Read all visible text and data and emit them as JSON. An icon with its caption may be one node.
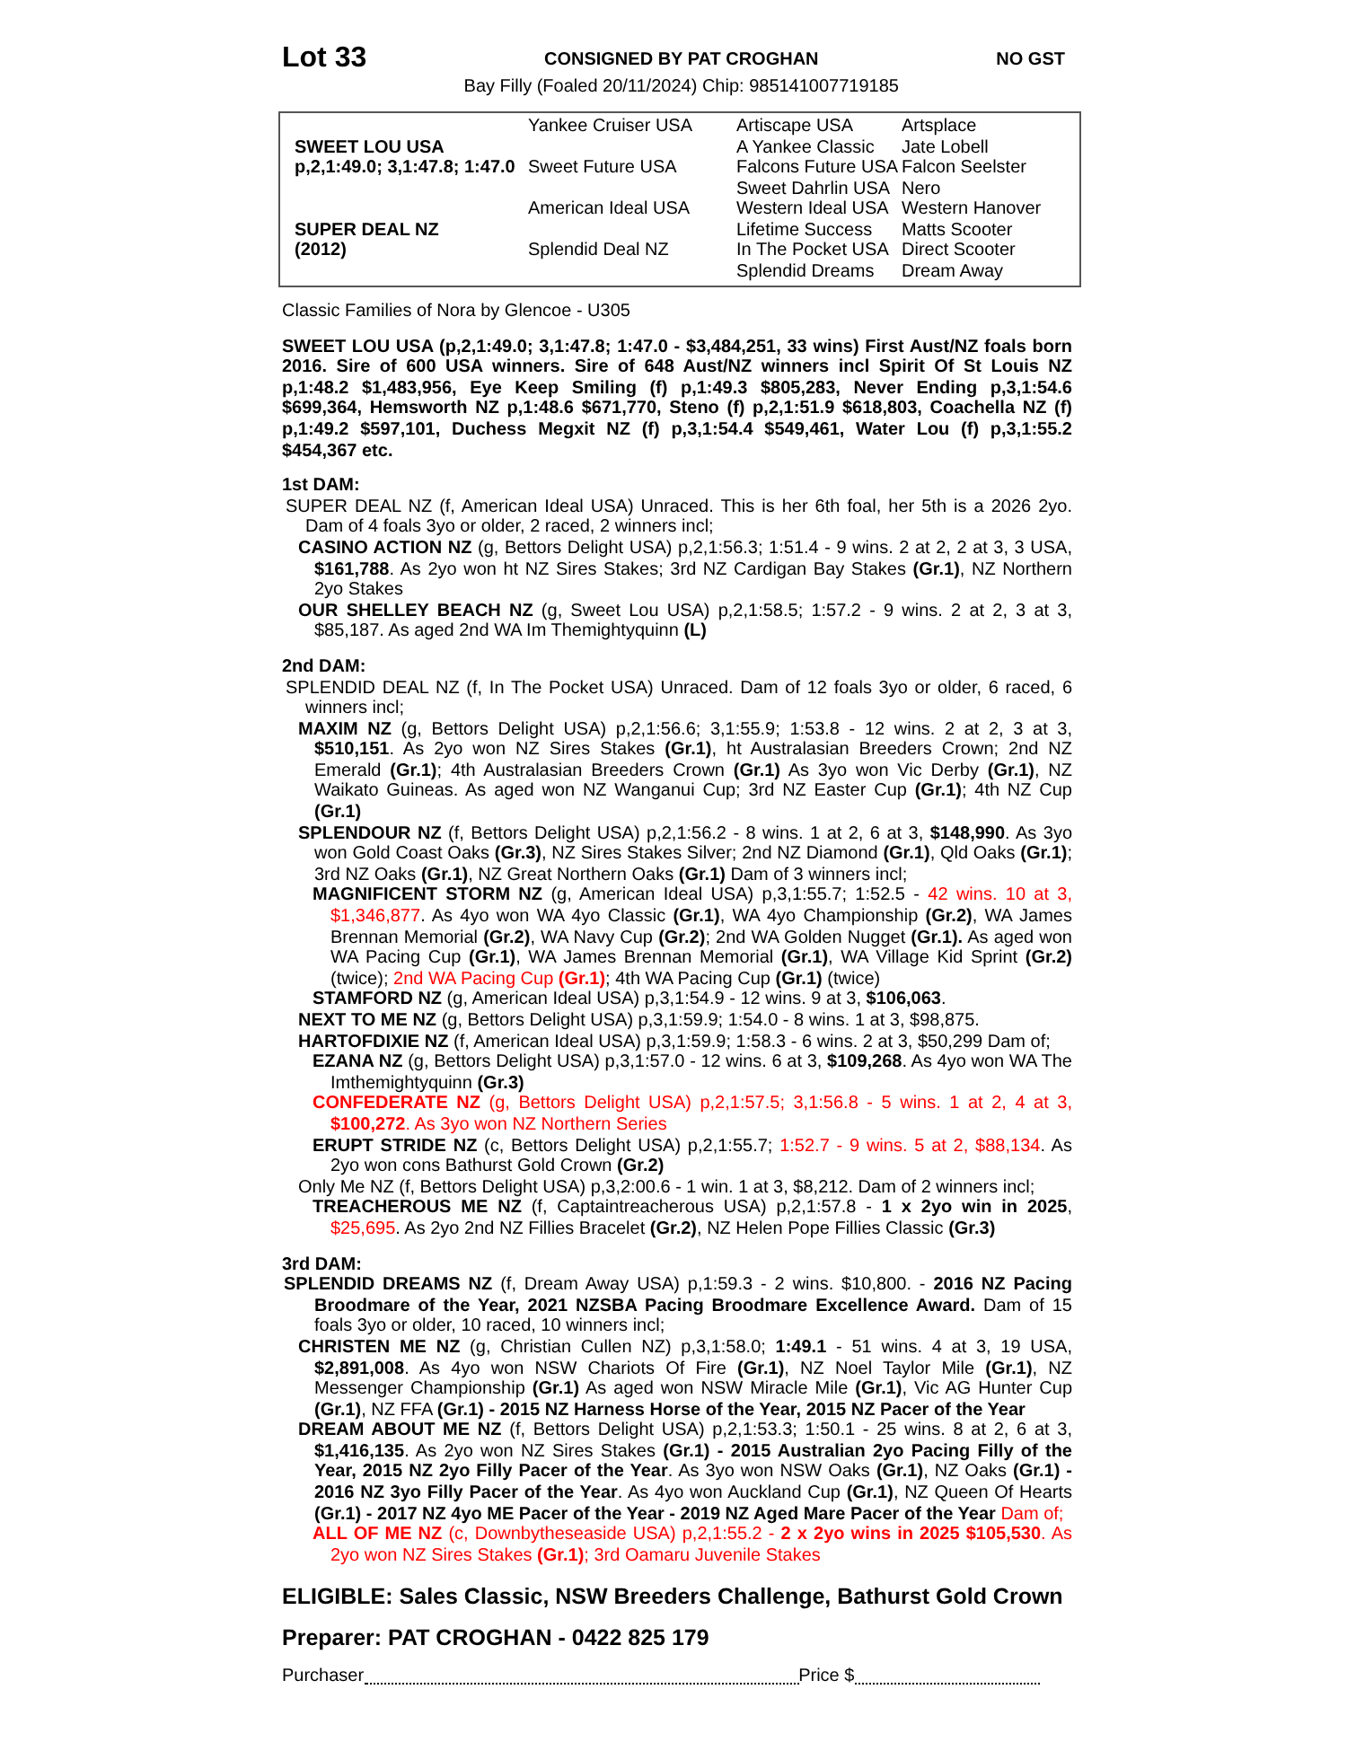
{
  "diagram": {
    "nodes": [
      {
        "text": [
          "Yankee Cruiser USA",
          "Artiscape USA",
          "Artsplace",
          "SWEET LOU USA",
          "A Yankee Classic",
          "Jate Lobell",
          "p,2,1:49.0; 3,1:47.8; 1:47.0",
          "Sweet Future USA",
          "Falcons Future USA",
          "Falcon Seelster",
          "Sweet Dahrlin USA",
          "Nero",
          "American Ideal USA",
          "Western Ideal USA",
          "Western Hanover",
          "SUPER DEAL NZ",
          "Lifetime Success",
          "Matts Scooter",
          "(2012)",
          "Splendid Deal NZ",
          "In The Pocket USA",
          "Direct Scooter",
          "Splendid Dreams",
          "Dream Away"
        ]
      }
    ],
    "labels": [
      "Lot 33",
      "CONSIGNED BY PAT CROGHAN",
      "NO GST",
      "Bay Filly (Foaled 20/11/2024) Chip: 985141007719185",
      "Classic Families of Nora by Glencoe - U305",
      "SWEET LOU USA (p,2,1:49.0; 3,1:47.8; 1:47.0 - $3,484,251, 33 wins) First Aust/NZ foals born 2016. Sire of 600 USA winners. Sire of 648 Aust/NZ winners incl Spirit Of St Louis NZ p,1:48.2 $1,483,956, Eye Keep Smiling (f) p,1:49.3 $805,283, Never Ending p,3,1:54.6 $699,364, Hemsworth NZ p,1:48.6 $671,770, Steno (f) p,2,1:51.9 $618,803, Coachella NZ (f) p,1:49.2 $597,101, Duchess Megxit NZ (f) p,3,1:54.4 $549,461, Water Lou (f) p,3,1:55.2 $454,367 etc.",
      "1st DAM:",
      "SUPER DEAL NZ (f, American Ideal USA) Unraced. This is her 6th foal, her 5th is a 2026 2yo. Dam of 4 foals 3yo or older, 2 raced, 2 winners incl;",
      "**CASINO ACTION NZ** (g, Bettors Delight USA) p,2,1:56.3; 1:51.4 - 9 wins. 2 at 2, 2 at 3, 3 USA, **$161,788**. As 2yo won ht NZ Sires Stakes; 3rd NZ Cardigan Bay Stakes **(Gr.1)**, NZ Northern 2yo Stakes",
      "**OUR SHELLEY BEACH NZ** (g, Sweet Lou USA) p,2,1:58.5; 1:57.2 - 9 wins. 2 at 2, 3 at 3, $85,187. As aged 2nd WA Im Themightyquinn **(L)**",
      "2nd DAM:",
      "SPLENDID DEAL NZ (f, In The Pocket USA) Unraced. Dam of 12 foals 3yo or older, 6 raced, 6 winners incl;",
      "**MAXIM NZ** (g, Bettors Delight USA) p,2,1:56.6; 3,1:55.9; 1:53.8 - 12 wins. 2 at 2, 3 at 3, **$510,151**. As 2yo won NZ Sires Stakes **(Gr.1)**, ht Australasian Breeders Crown; 2nd NZ Emerald **(Gr.1)**; 4th Australasian Breeders Crown **(Gr.1)** As 3yo won Vic Derby **(Gr.1)**, NZ Waikato Guineas. As aged won NZ Wanganui Cup; 3rd NZ Easter Cup **(Gr.1)**; 4th NZ Cup **(Gr.1)**",
      "**SPLENDOUR NZ** (f, Bettors Delight USA) p,2,1:56.2 - 8 wins. 1 at 2, 6 at 3, **$148,990**. As 3yo won Gold Coast Oaks **(Gr.3)**, NZ Sires Stakes Silver; 2nd NZ Diamond **(Gr.1)**, Qld Oaks **(Gr.1)**; 3rd NZ Oaks **(Gr.1)**, NZ Great Northern Oaks **(Gr.1)** Dam of 3 winners incl;",
      "**MAGNIFICENT STORM NZ** (g, American Ideal USA) p,3,1:55.7; 1:52.5 -",
      "42 wins. 10 at 3, $1,346,877",
      ". As 4yo won WA 4yo Classic **(Gr.1)**, WA 4yo Championship **(Gr.2)**, WA James Brennan Memorial **(Gr.2)**, WA Navy Cup **(Gr.2)**; 2nd WA Golden Nugget **(Gr.1).** As aged won WA Pacing Cup **(Gr.1)**, WA James Brennan Memorial **(Gr.1)**, WA Village Kid Sprint **(Gr.2)** (twice);",
      "2nd WA Pacing Cup **(Gr.1)**",
      "; 4th WA Pacing Cup **(Gr.1)** (twice)",
      "**STAMFORD NZ** (g, American Ideal USA) p,3,1:54.9 - 12 wins. 9 at 3, **$106,063**.",
      "**NEXT TO ME NZ** (g, Bettors Delight USA) p,3,1:59.9; 1:54.0 - 8 wins. 1 at 3, $98,875.",
      "**HARTOFDIXIE NZ** (f, American Ideal USA) p,3,1:59.9; 1:58.3 - 6 wins. 2 at 3, $50,299 Dam of;",
      "**EZANA NZ** (g, Bettors Delight USA) p,3,1:57.0 - 12 wins. 6 at 3, **$109,268**. As 4yo won WA The Imthemightyquinn **(Gr.3)**",
      "**CONFEDERATE NZ** (g, Bettors Delight USA) p,2,1:57.5; 3,1:56.8 - 5 wins. 1 at 2, 4 at 3, **$100,272**. As 3yo won NZ Northern Series",
      "**ERUPT STRIDE NZ** (c, Bettors Delight USA) p,2,1:55.7;",
      "1:52.7 - 9 wins. 5 at 2, $88,134",
      ". As 2yo won cons Bathurst Gold Crown **(Gr.2)**",
      "Only Me NZ (f, Bettors Delight USA) p,3,2:00.6 - 1 win. 1 at 3, $8,212. Dam of 2 winners incl;",
      "**TREACHEROUS ME NZ** (f, Captaintreacherous USA) p,2,1:57.8 - **1 x 2yo win in 2025**,",
      "$25,695",
      ". As 2yo 2nd NZ Fillies Bracelet **(Gr.2)**, NZ Helen Pope Fillies Classic **(Gr.3)**",
      "3rd DAM:",
      "**SPLENDID DREAMS NZ** (f, Dream Away USA) p,1:59.3 - 2 wins. $10,800. - **2016 NZ Pacing Broodmare of the Year, 2021 NZSBA Pacing Broodmare Excellence Award.** Dam of 15 foals 3yo or older, 10 raced, 10 winners incl;",
      "**CHRISTEN ME NZ** (g, Christian Cullen NZ) p,3,1:58.0; **1:49.1** - 51 wins. 4 at 3, 19 USA, **$2,891,008**. As 4yo won NSW Chariots Of Fire **(Gr.1)**, NZ Noel Taylor Mile **(Gr.1)**, NZ Messenger Championship **(Gr.1)** As aged won NSW Miracle Mile **(Gr.1)**, Vic AG Hunter Cup **(Gr.1)**, NZ FFA **(Gr.1) - 2015 NZ Harness Horse of the Year, 2015 NZ Pacer of the Year**",
      "**DREAM ABOUT ME NZ** (f, Bettors Delight USA) p,2,1:53.3; 1:50.1 - 25 wins. 8 at 2, 6 at 3, **$1,416,135**. As 2yo won NZ Sires Stakes **(Gr.1) - 2015 Australian 2yo Pacing Filly of the Year, 2015 NZ 2yo Filly Pacer of the Year**. As 3yo won NSW Oaks **(Gr.1)**, NZ Oaks **(Gr.1) - 2016 NZ 3yo Filly Pacer of the Year**. As 4yo won Auckland Cup **(Gr.1)**, NZ Queen Of Hearts **(Gr.1) - 2017 NZ 4yo ME Pacer of the Year - 2019 NZ Aged Mare Pacer of the Year**",
      "Dam of;",
      "**ALL OF ME NZ** (c, Downbytheseaside USA) p,2,1:55.2 - **2 x 2yo wins in 2025 $105,530**. As 2yo won NZ Sires Stakes **(Gr.1)**; 3rd Oamaru Juvenile Stakes",
      "ELIGIBLE: Sales Classic, NSW Breeders Challenge, Bathurst Gold Crown",
      "Preparer: PAT CROGHAN - 0422 825 179",
      "Purchaser",
      "Price $"
    ]
  }
}
